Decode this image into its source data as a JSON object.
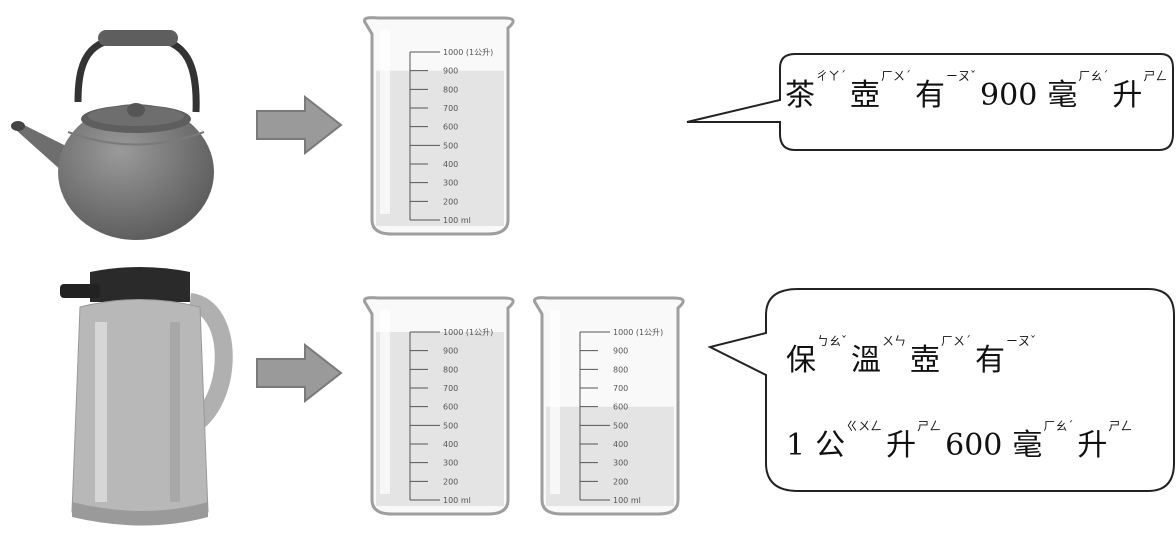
{
  "row1": {
    "bubble": {
      "segments": [
        {
          "char": "茶",
          "zhuyin": "ㄔㄚˊ"
        },
        {
          "char": "壺",
          "zhuyin": "ㄏㄨˊ"
        },
        {
          "char": "有",
          "zhuyin": "ㄧㄡˇ"
        },
        {
          "text": "900"
        },
        {
          "char": "毫",
          "zhuyin": "ㄏㄠˊ"
        },
        {
          "char": "升",
          "zhuyin": "ㄕㄥ"
        }
      ]
    },
    "beaker": {
      "fill_ml": 900,
      "ticks": [
        "1000 (1公升)",
        "900",
        "800",
        "700",
        "600",
        "500",
        "400",
        "300",
        "200",
        "100 ml"
      ]
    }
  },
  "row2": {
    "bubble": {
      "line1": [
        {
          "char": "保",
          "zhuyin": "ㄅㄠˇ"
        },
        {
          "char": "溫",
          "zhuyin": "ㄨㄣ"
        },
        {
          "char": "壺",
          "zhuyin": "ㄏㄨˊ"
        },
        {
          "char": "有",
          "zhuyin": "ㄧㄡˇ"
        }
      ],
      "line2": [
        {
          "text": "1"
        },
        {
          "char": "公",
          "zhuyin": "ㄍㄨㄥ"
        },
        {
          "char": "升",
          "zhuyin": "ㄕㄥ"
        },
        {
          "text": "600"
        },
        {
          "char": "毫",
          "zhuyin": "ㄏㄠˊ"
        },
        {
          "char": "升",
          "zhuyin": "ㄕㄥ"
        }
      ]
    },
    "beaker_left": {
      "fill_ml": 1000,
      "ticks": [
        "1000 (1公升)",
        "900",
        "800",
        "700",
        "600",
        "500",
        "400",
        "300",
        "200",
        "100 ml"
      ]
    },
    "beaker_right": {
      "fill_ml": 600,
      "ticks": [
        "1000 (1公升)",
        "900",
        "800",
        "700",
        "600",
        "500",
        "400",
        "300",
        "200",
        "100 ml"
      ]
    }
  },
  "colors": {
    "arrow": "#8c8c8c",
    "kettle": "#7a7a7a",
    "thermos": "#b4b4b4"
  }
}
